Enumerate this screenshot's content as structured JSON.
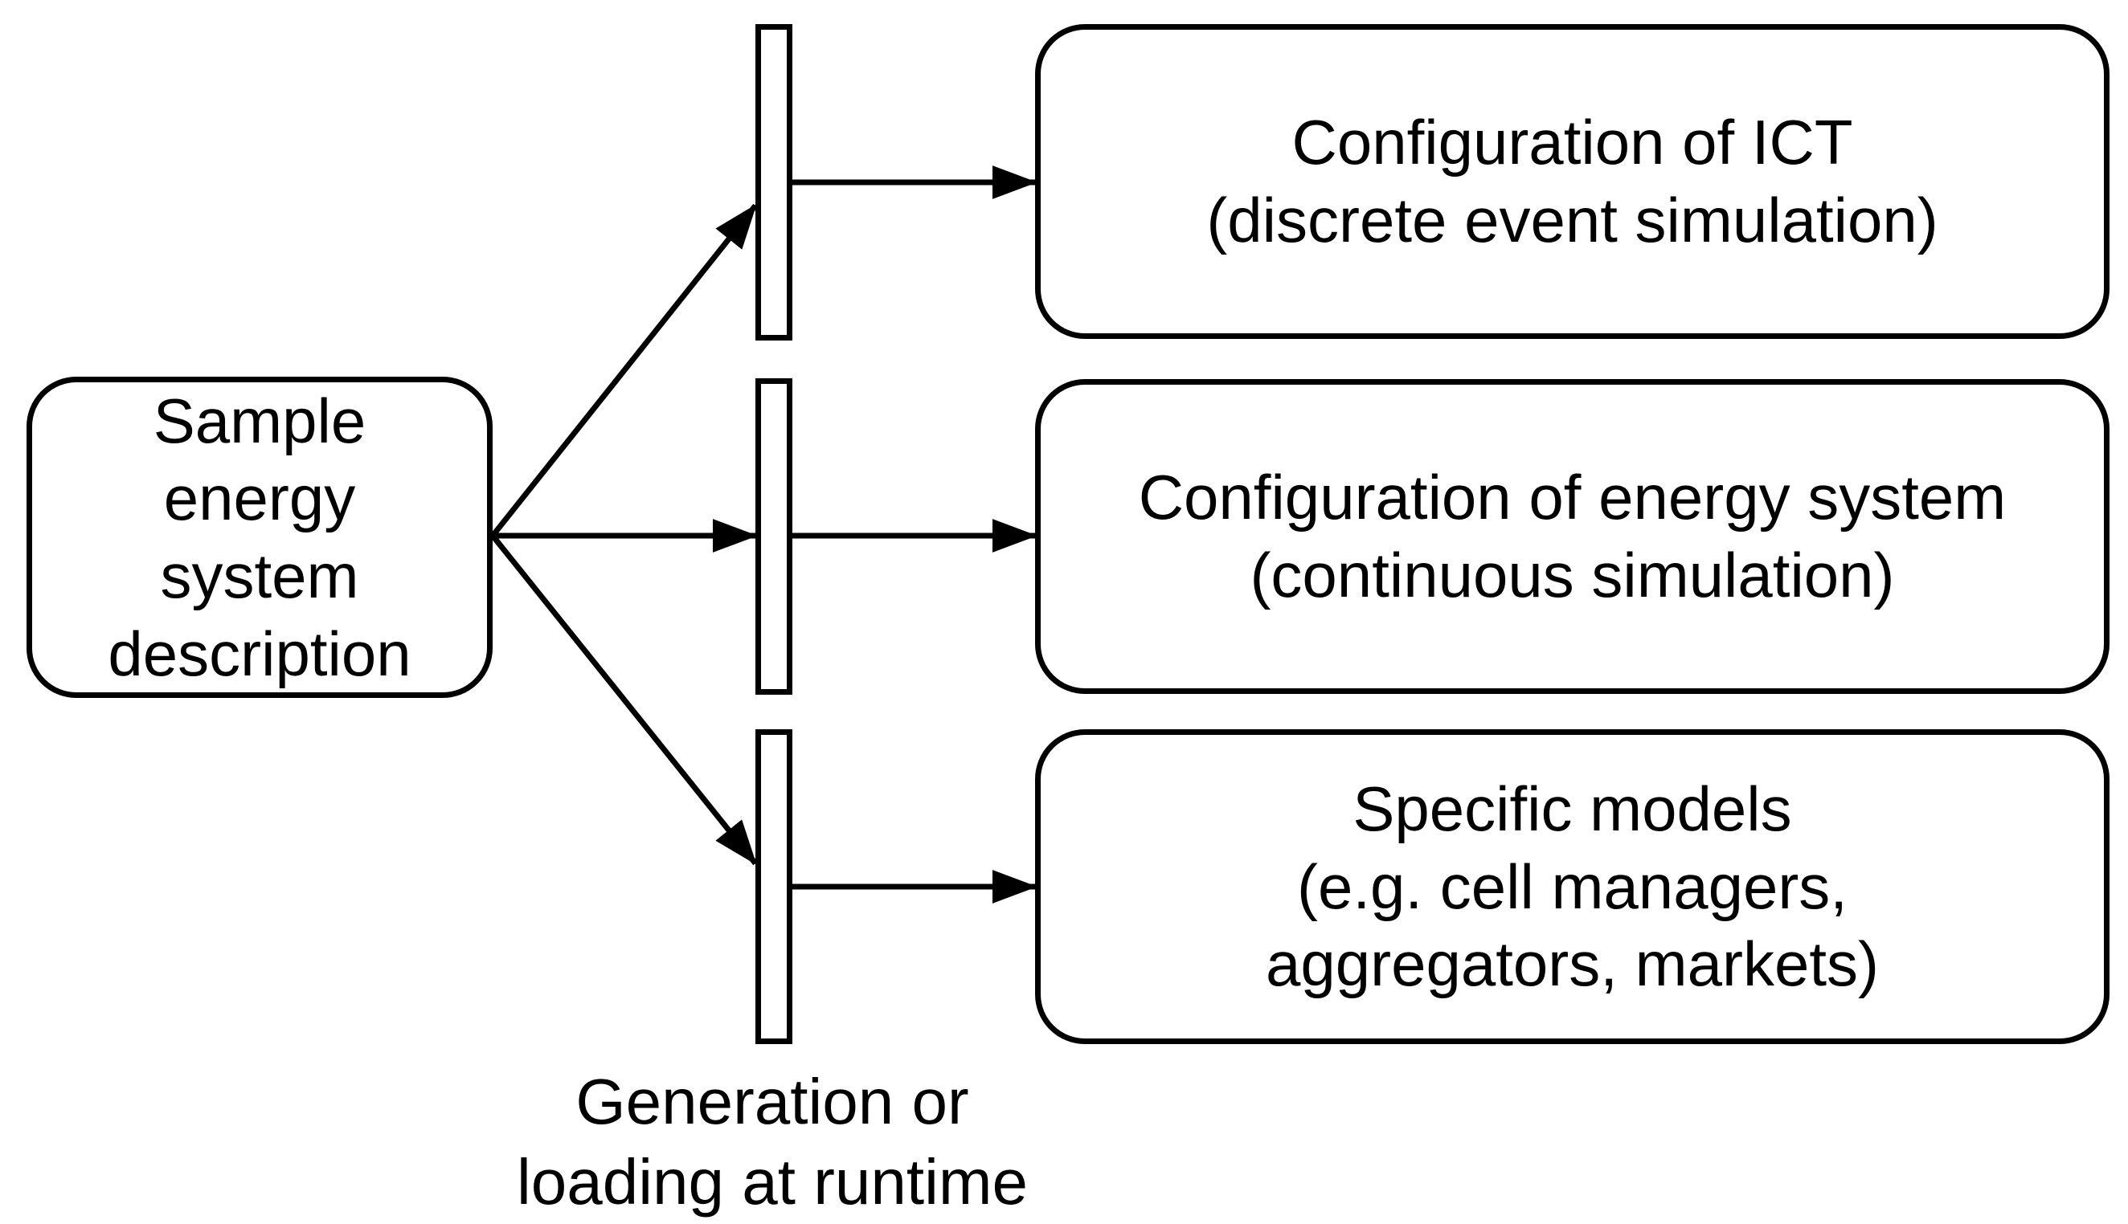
{
  "colors": {
    "background": "#ffffff",
    "stroke": "#000000",
    "text": "#000000"
  },
  "source_box": {
    "lines": [
      "Sample",
      "energy",
      "system",
      "description"
    ]
  },
  "target_boxes": {
    "ict": {
      "lines": [
        "Configuration of ICT",
        "(discrete event simulation)"
      ]
    },
    "energy": {
      "lines": [
        "Configuration of energy system",
        "(continuous simulation)"
      ]
    },
    "models": {
      "lines": [
        "Specific models",
        "(e.g. cell managers,",
        "aggregators, markets)"
      ]
    }
  },
  "caption": {
    "lines": [
      "Generation or",
      "loading at runtime"
    ]
  }
}
